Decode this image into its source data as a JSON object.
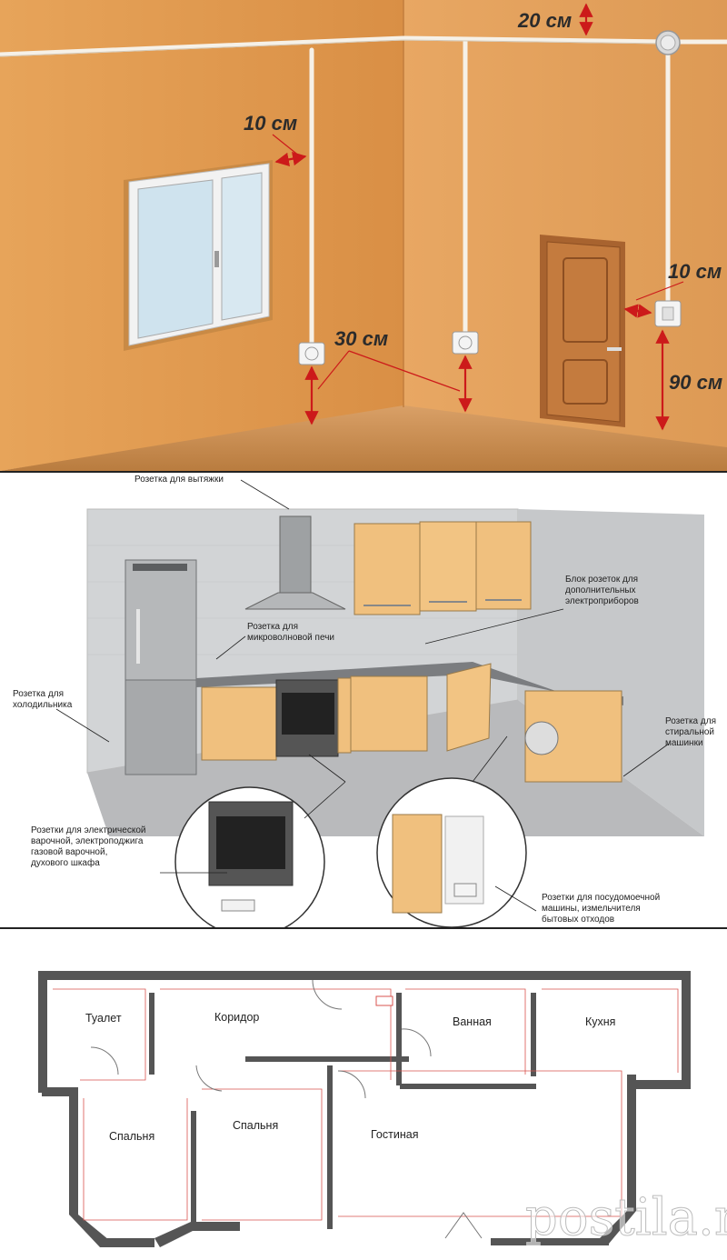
{
  "panel1": {
    "dims": {
      "top": "20 см",
      "window_gap": "10 см",
      "socket_height": "30 см",
      "switch_gap": "10 см",
      "switch_height": "90 см"
    }
  },
  "panel2": {
    "labels": {
      "hood": "Розетка для вытяжки",
      "microwave": [
        "Розетка для",
        "микроволновой печи"
      ],
      "block": [
        "Блок розеток для",
        "дополнительных",
        "электроприборов"
      ],
      "fridge": [
        "Розетка для",
        "холодильника"
      ],
      "washer": [
        "Розетка для",
        "стиральной",
        "машинки"
      ],
      "cooktop": [
        "Розетки для электрической",
        "варочной, электроподжига",
        "газовой варочной,",
        "духового шкафа"
      ],
      "dishwasher": [
        "Розетки для посудомоечной",
        "машины, измельчителя",
        "бытовых отходов"
      ]
    }
  },
  "panel3": {
    "rooms": {
      "toilet": "Туалет",
      "corridor": "Коридор",
      "bathroom": "Ванная",
      "kitchen": "Кухня",
      "bedroom1": "Спальня",
      "bedroom2": "Спальня",
      "living": "Гостиная"
    }
  },
  "watermark": "postila.ru",
  "colors": {
    "wall": "#e09a4f",
    "floor": "#c98a48",
    "cable": "#f4efe6",
    "arrow": "#cc1a1a",
    "kitchen_cabinet": "#f0c07e",
    "plan_wall": "#555555",
    "plan_wire": "#d9534f"
  }
}
